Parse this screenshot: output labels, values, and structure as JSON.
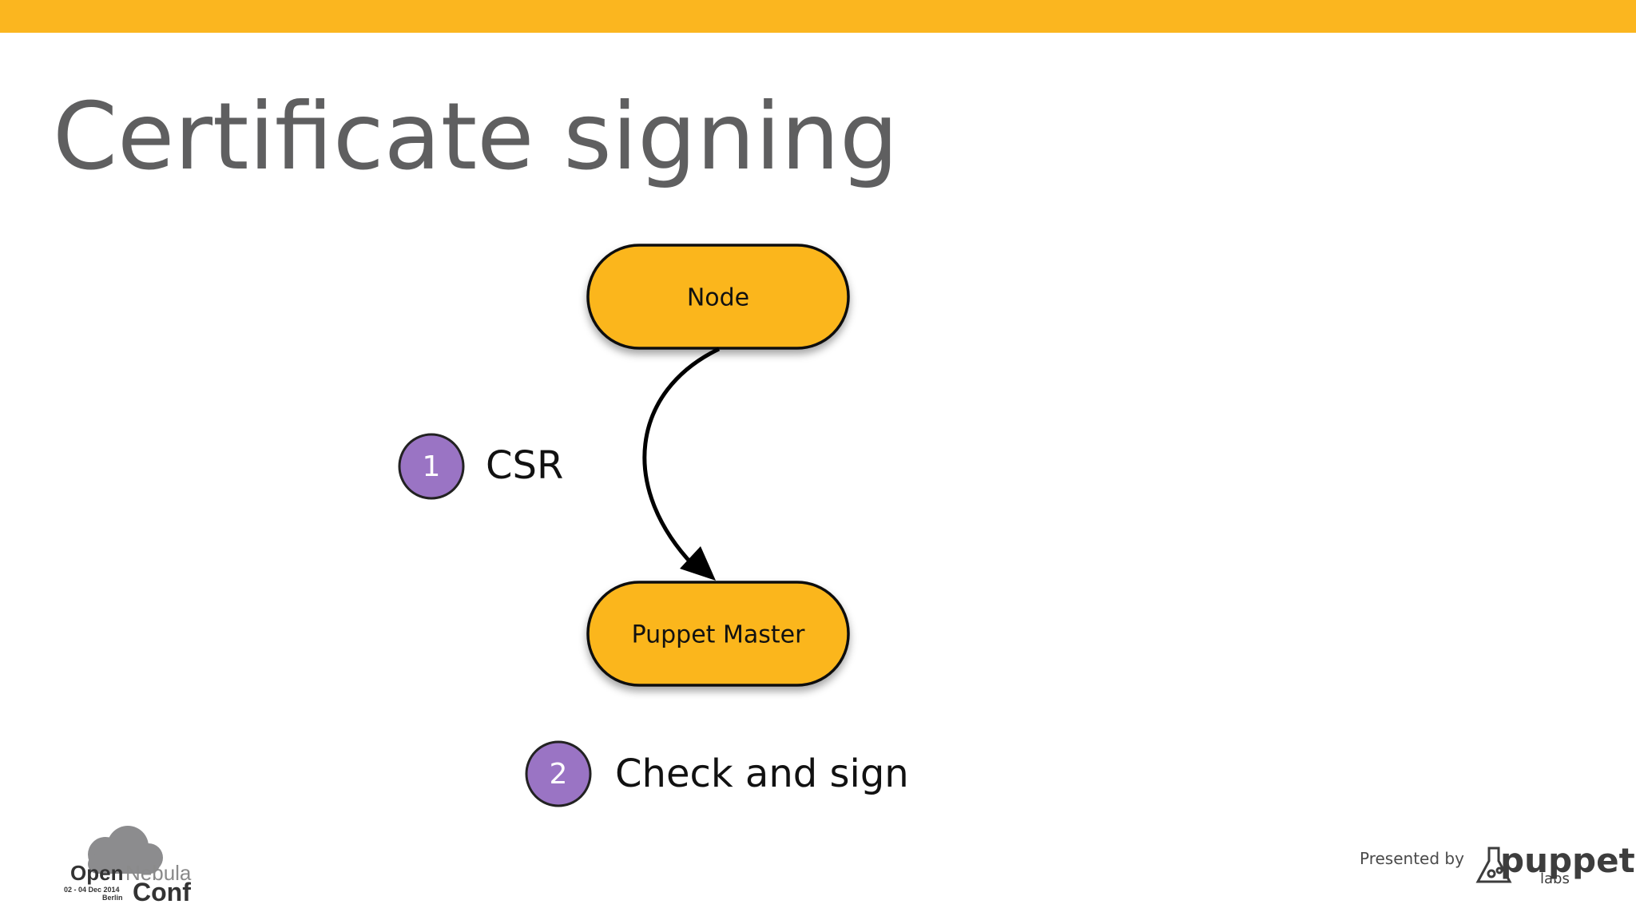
{
  "slide": {
    "title": "Certificate signing",
    "accent_color": "#FBB61F",
    "title_color": "#5f5f60"
  },
  "diagram": {
    "nodes": [
      {
        "id": "node",
        "label": "Node",
        "fill": "#FBB61F"
      },
      {
        "id": "puppet-master",
        "label": "Puppet Master",
        "fill": "#FBB61F"
      }
    ],
    "edges": [
      {
        "from": "node",
        "to": "puppet-master"
      }
    ],
    "steps": [
      {
        "number": "1",
        "label": "CSR",
        "color": "#9A74C4"
      },
      {
        "number": "2",
        "label": "Check and sign",
        "color": "#9A74C4"
      }
    ]
  },
  "footer": {
    "event_logo": {
      "open": "Open",
      "nebula": "Nebula",
      "conf": "Conf",
      "dates": "02 - 04 Dec 2014",
      "city": "Berlin",
      "icon": "cloud-icon"
    },
    "presented_by": "Presented by",
    "sponsor_logo": {
      "name": "puppet",
      "sub": "labs",
      "icon": "flask-icon"
    }
  }
}
